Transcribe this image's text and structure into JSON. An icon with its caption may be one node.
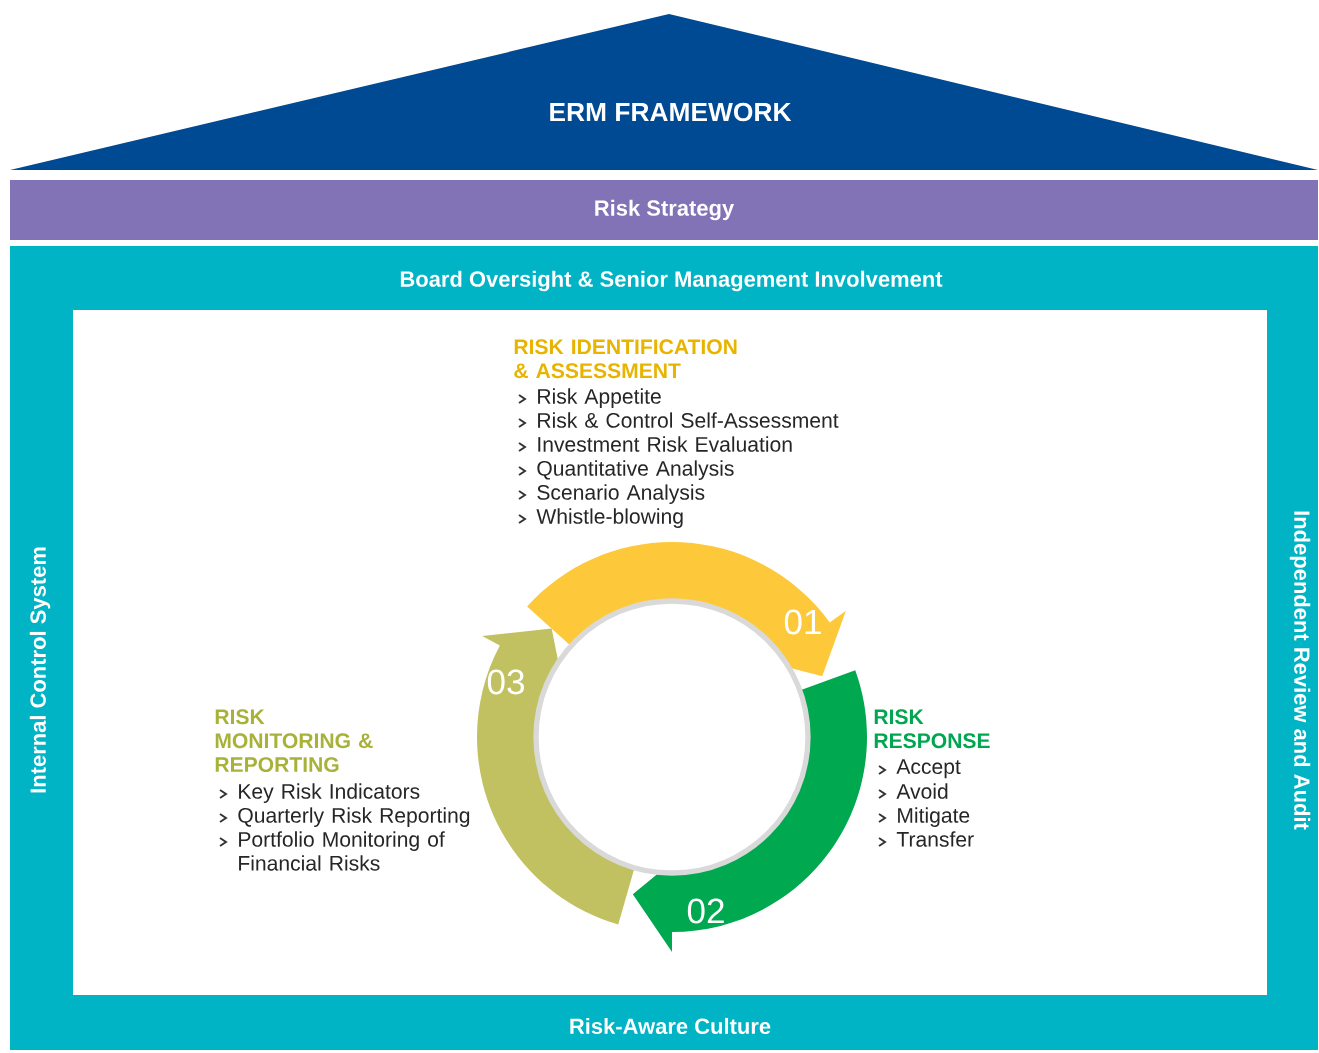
{
  "diagram": {
    "nodes": [
      {
        "text": [
          "ERM FRAMEWORK"
        ]
      },
      {
        "text": [
          "Risk Strategy"
        ]
      },
      {
        "text": [
          "Board Oversight & Senior Management Involvement",
          "Internal Control System",
          "Independent Review and Audit",
          "Risk-Aware Culture"
        ]
      },
      {
        "text": [
          "01"
        ],
        "in": 2
      },
      {
        "text": [
          "02"
        ],
        "in": 2
      },
      {
        "text": [
          "03"
        ],
        "in": 2
      },
      {
        "text": [],
        "shape": "circle",
        "in": 2
      }
    ],
    "labels": [
      "RISK IDENTIFICATION & ASSESSMENT",
      "Risk Appetite",
      "Risk & Control Self-Assessment",
      "Investment Risk Evaluation",
      "Quantitative Analysis",
      "Scenario Analysis",
      "Whistle-blowing",
      "RISK RESPONSE",
      "Accept",
      "Avoid",
      "Mitigate",
      "Transfer",
      "RISK MONITORING & REPORTING",
      "Key Risk Indicators",
      "Quarterly Risk Reporting",
      "Portfolio Monitoring of Financial Risks"
    ]
  }
}
